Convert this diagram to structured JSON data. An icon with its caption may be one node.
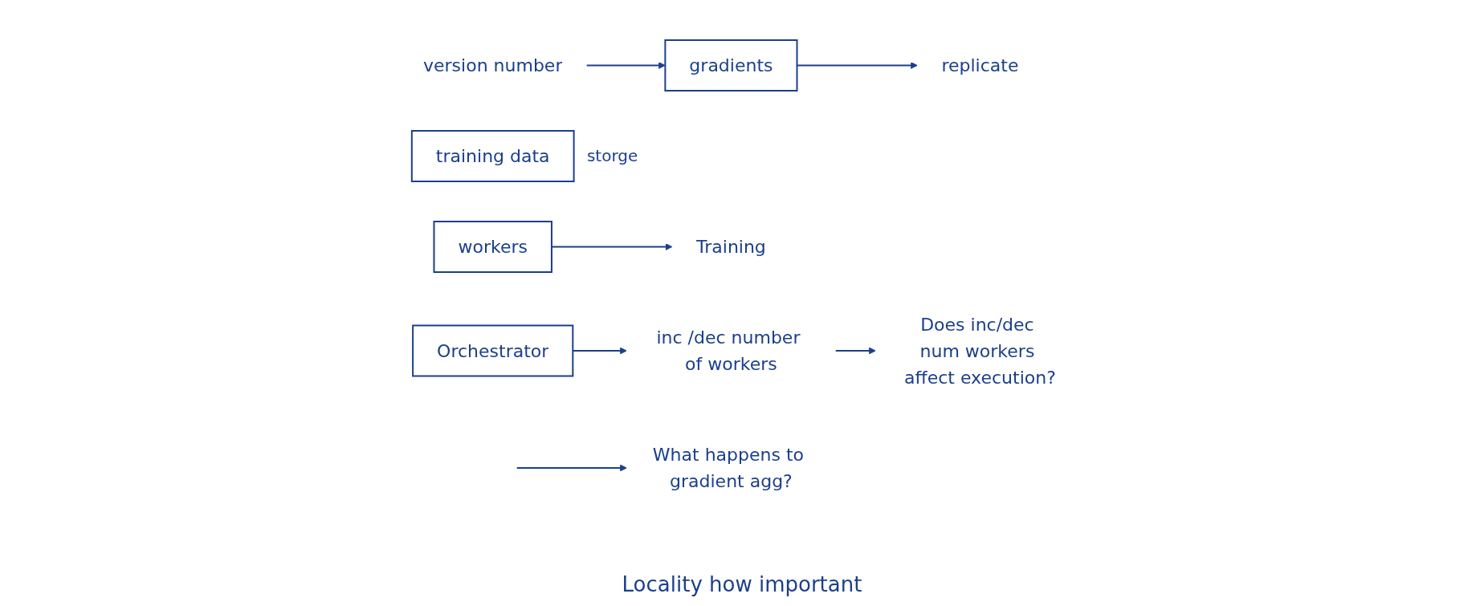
{
  "diagram": {
    "nodes": [
      {
        "text": [
          "gradients"
        ]
      },
      {
        "text": [
          "replicate"
        ]
      },
      {
        "text": [
          "version number"
        ]
      },
      {
        "text": [
          "training data"
        ],
        "beside": [
          "storge"
        ]
      },
      {
        "text": [
          "workers"
        ]
      },
      {
        "text": [
          "Training"
        ]
      },
      {
        "text": [
          "Orchestrator"
        ]
      },
      {
        "text": [
          "inc /dec number of workers"
        ]
      },
      {
        "text": [
          "What happens to gradient agg?"
        ]
      },
      {
        "text": [
          "Does inc/dec num workers affect execution?"
        ]
      }
    ],
    "edges": [
      {
        "from": 0,
        "to": 1,
        "arrow": "to"
      },
      {
        "from": 2,
        "to": 0,
        "arrow": "to"
      },
      {
        "from": 4,
        "to": 5,
        "arrow": "to"
      },
      {
        "from": 6,
        "to": 7,
        "arrow": "to"
      },
      {
        "from": null,
        "to": 8,
        "arrow": "to"
      },
      {
        "from": 7,
        "to": 9,
        "arrow": "to"
      }
    ],
    "labels": [
      "Locality how important"
    ]
  }
}
